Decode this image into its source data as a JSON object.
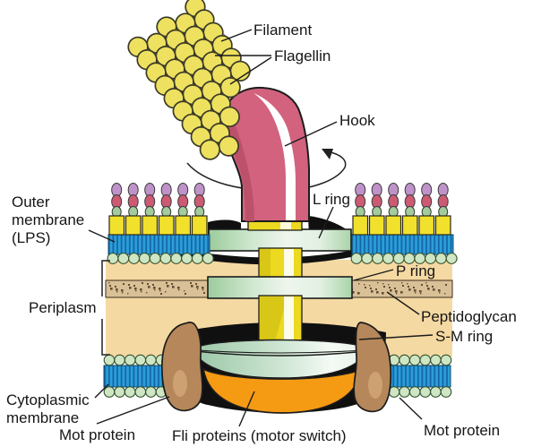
{
  "figure": {
    "type": "diagram",
    "subject": "Bacterial flagellum: filament, hook, basal body rings and motor in the cell envelope"
  },
  "labels": {
    "filament": "Filament",
    "flagellin": "Flagellin",
    "hook": "Hook",
    "l_ring": "L ring",
    "outer_membrane_line1": "Outer",
    "outer_membrane_line2": "membrane",
    "outer_membrane_line3": "(LPS)",
    "p_ring": "P ring",
    "peptidoglycan": "Peptidoglycan",
    "s_m_ring": "S-M ring",
    "periplasm": "Periplasm",
    "cytoplasmic_membrane_line1": "Cytoplasmic",
    "cytoplasmic_membrane_line2": "membrane",
    "mot_protein_left": "Mot protein",
    "fli_proteins": "Fli proteins (motor switch)",
    "mot_protein_right": "Mot protein"
  },
  "colors": {
    "background": "#ffffff",
    "outline": "#1c1c1c",
    "filament_bead": "#ede15f",
    "bead_outline": "#3c3a28",
    "hook_body": "#d2627e",
    "hook_shade": "#b84f69",
    "membrane_yellow": "#f2e12c",
    "membrane_blue": "#2b9fd8",
    "membrane_blue_stripe": "#1565a8",
    "head_circle_green": "#cfe6c4",
    "lps_purple": "#bf93c9",
    "lps_red": "#cc5a73",
    "lps_green": "#a3cc9c",
    "periplasm_tan": "#f5d9a2",
    "peptidoglycan_tan": "#d9c097",
    "peptidoglycan_dot": "#4a3a22",
    "ring_green_edge": "#9ccb9c",
    "ring_green_light": "#eef5ee",
    "rod_yellow": "#ecd920",
    "rod_shade": "#c9b80e",
    "mot_brown": "#b5875a",
    "mot_highlight": "#d4a878",
    "fli_orange": "#f59a13",
    "motor_black": "#101010"
  }
}
